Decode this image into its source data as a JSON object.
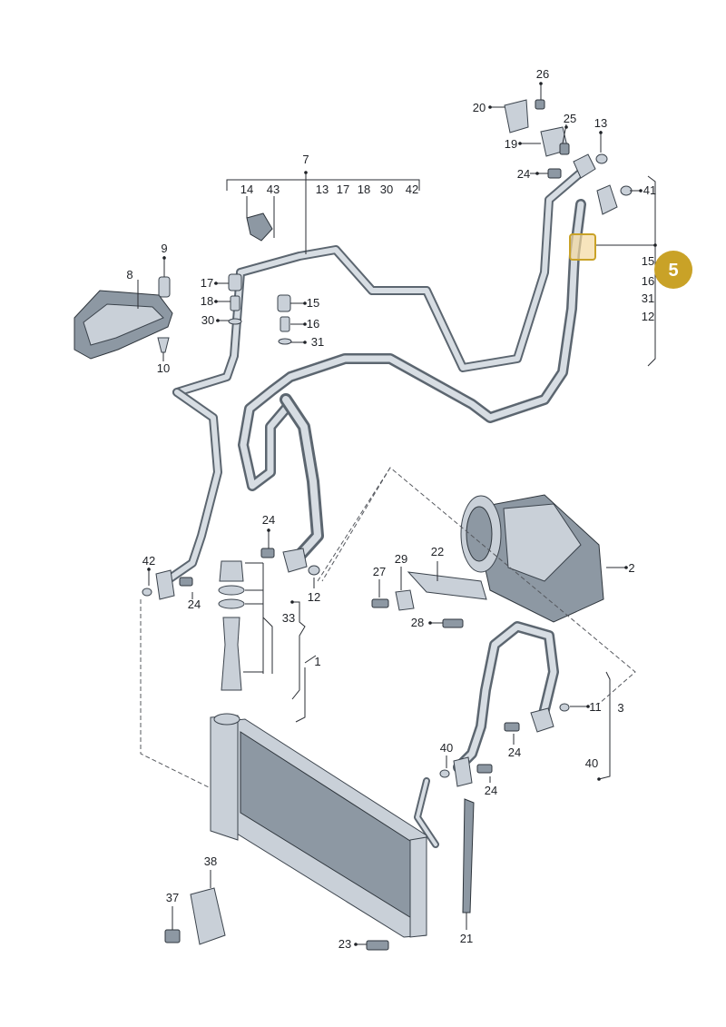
{
  "colors": {
    "badge_fill": "#c9a227",
    "badge_text": "#ffffff",
    "highlight_fill": "#f3d9a0",
    "highlight_stroke": "#c9a227",
    "part_light": "#c9d0d8",
    "part_dark": "#8d98a3"
  },
  "badge": {
    "label": "5"
  },
  "groups": {
    "g7": {
      "title": "7",
      "items": [
        "13",
        "17",
        "18",
        "30",
        "42"
      ]
    },
    "g5": {
      "items": [
        "15",
        "16",
        "31",
        "12"
      ]
    }
  },
  "labels": {
    "p26": "26",
    "p20": "20",
    "p25": "25",
    "p13": "13",
    "p19": "19",
    "p24a": "24",
    "p41": "41",
    "p14": "14",
    "p43": "43",
    "p9": "9",
    "p8": "8",
    "p17a": "17",
    "p18a": "18",
    "p30a": "30",
    "p10": "10",
    "p15a": "15",
    "p16a": "16",
    "p31a": "31",
    "p24b": "24",
    "p42": "42",
    "p24c": "24",
    "p12": "12",
    "p33": "33",
    "p1": "1",
    "p29": "29",
    "p22": "22",
    "p27": "27",
    "p28": "28",
    "p2": "2",
    "p11": "11",
    "p3": "3",
    "p40a": "40",
    "p24d": "24",
    "p40b": "40",
    "p24e": "24",
    "p38": "38",
    "p37": "37",
    "p23": "23",
    "p21": "21"
  }
}
